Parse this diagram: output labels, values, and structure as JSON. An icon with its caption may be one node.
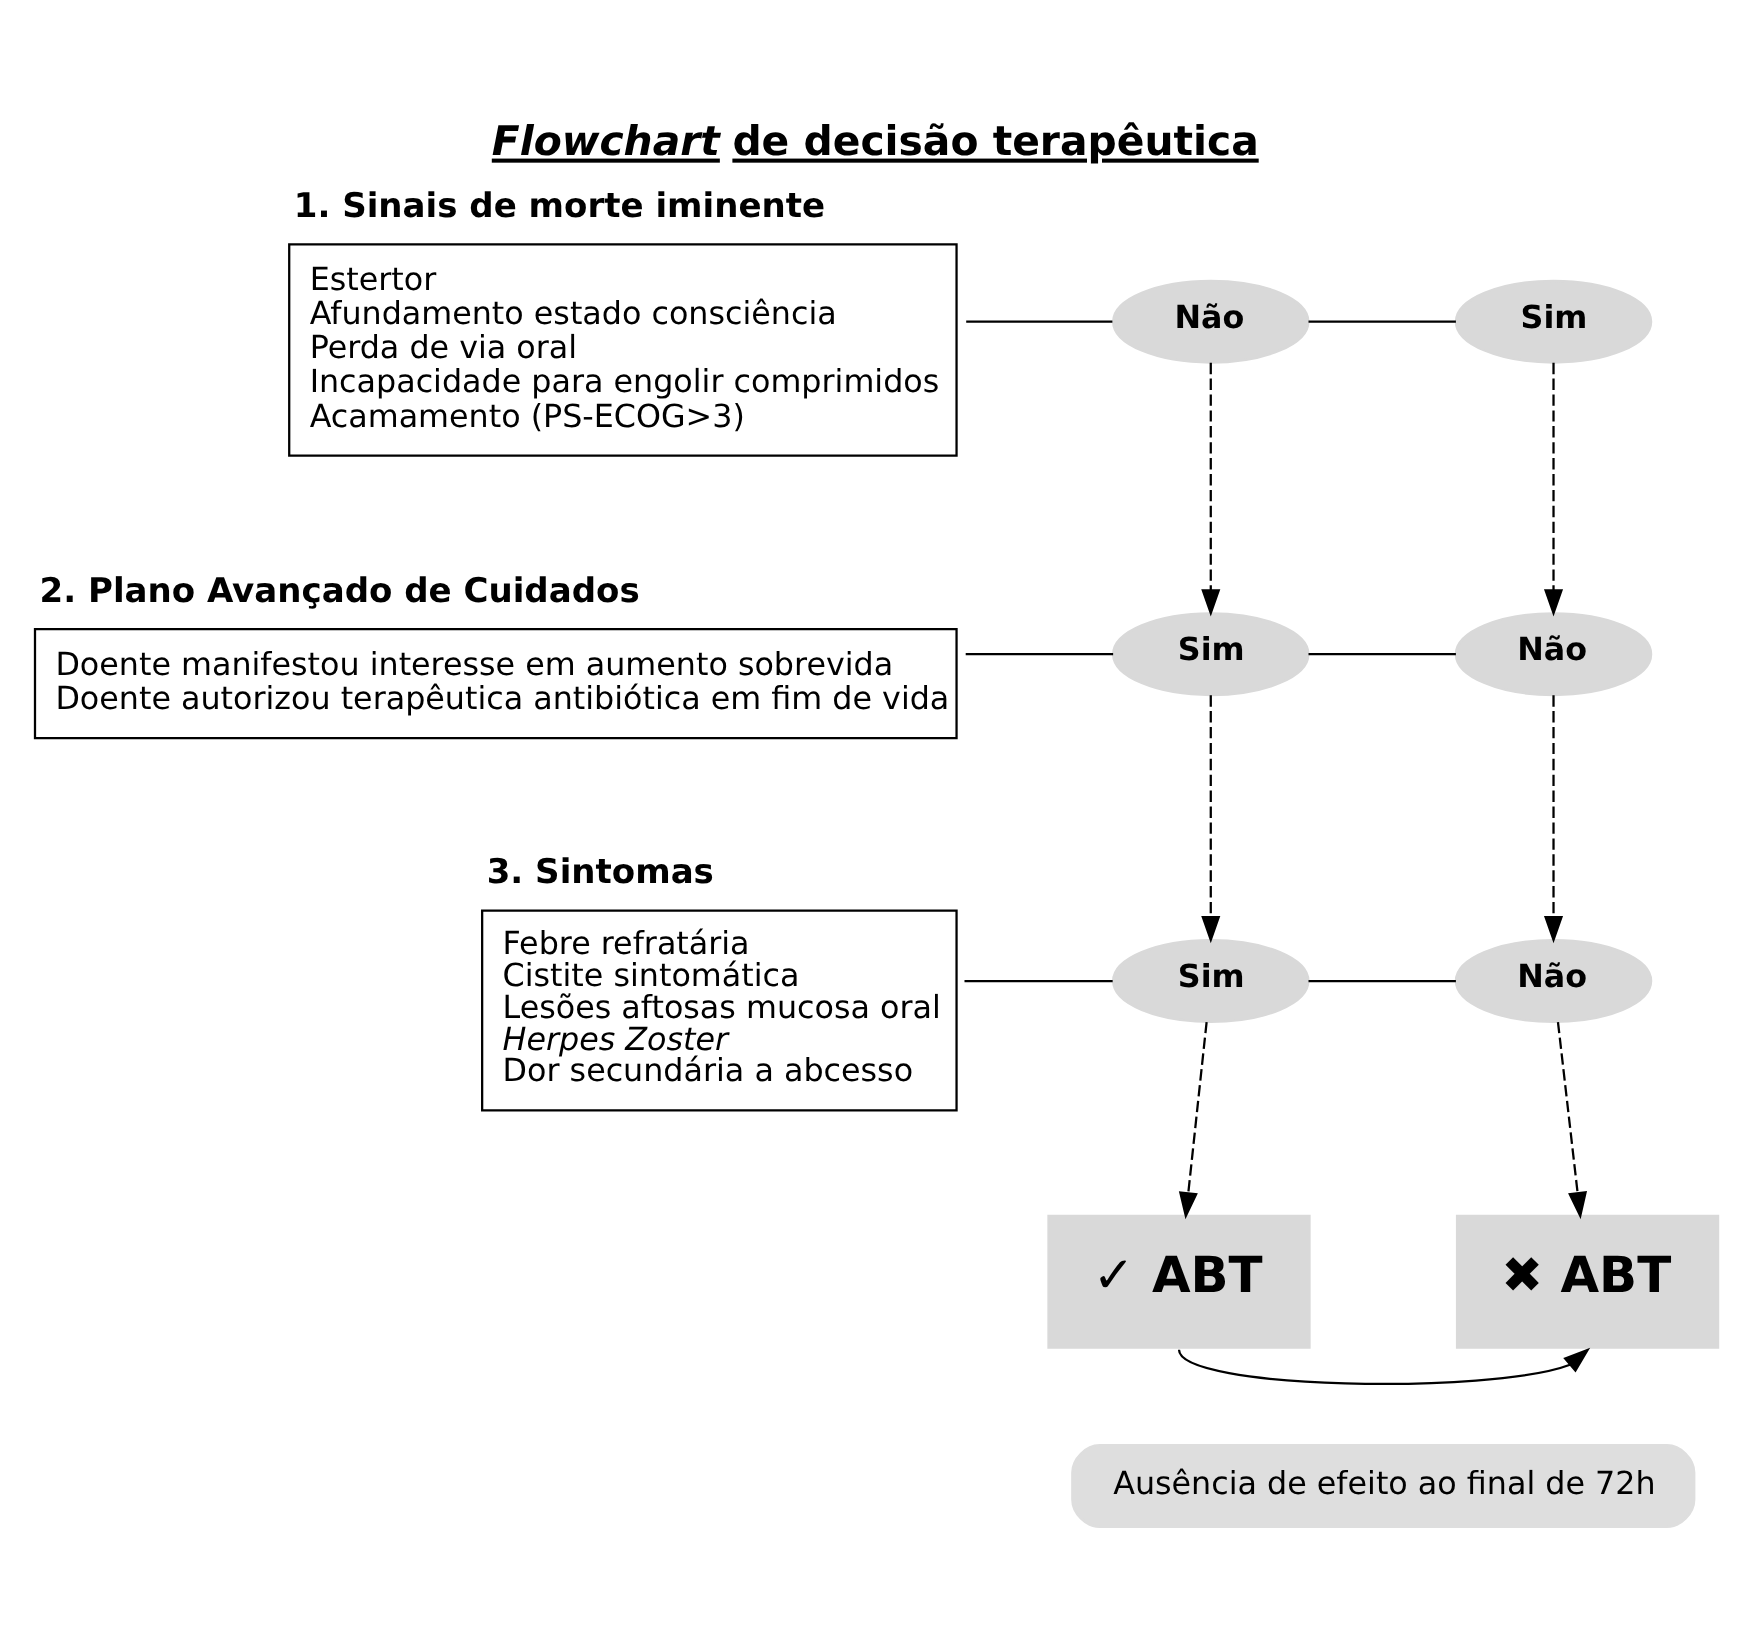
{
  "diagram": {
    "title": "*Flowchart* de decisão terapêutica",
    "nodes": [
      {
        "text": [
          "1. Sinais de morte iminente",
          "Estertor",
          "Afundamento estado consciência",
          "Perda de via oral",
          "Incapacidade para engolir comprimidos",
          "Acamamento (PS-ECOG>3)"
        ]
      },
      {
        "text": [
          "Não"
        ]
      },
      {
        "text": [
          "Sim"
        ]
      },
      {
        "text": [
          "2. Plano Avançado de Cuidados",
          "Doente manifestou interesse em aumento sobrevida",
          "Doente autorizou terapêutica antibiótica em fim de vida"
        ]
      },
      {
        "text": [
          "Sim"
        ]
      },
      {
        "text": [
          "Não"
        ]
      },
      {
        "text": [
          "3. Sintomas",
          "Febre refratária",
          "Cistite sintomática",
          "Lesões aftosas mucosa oral",
          "*Herpes Zoster*",
          "Dor secundária a abcesso"
        ]
      },
      {
        "text": [
          "Sim"
        ]
      },
      {
        "text": [
          "Não"
        ]
      },
      {
        "text": [
          "✓ ABT"
        ]
      },
      {
        "text": [
          "✖ ABT"
        ]
      },
      {
        "text": [
          "Ausência de efeito ao final de 72h"
        ]
      }
    ],
    "edges": [
      {
        "from": 0,
        "to": 1,
        "arrow": "none"
      },
      {
        "from": 1,
        "to": 2,
        "arrow": "none"
      },
      {
        "from": 1,
        "to": 4,
        "arrow": "to",
        "style": "dashed"
      },
      {
        "from": 2,
        "to": 5,
        "arrow": "to",
        "style": "dashed"
      },
      {
        "from": 3,
        "to": 4,
        "arrow": "none"
      },
      {
        "from": 4,
        "to": 5,
        "arrow": "none"
      },
      {
        "from": 4,
        "to": 7,
        "arrow": "to",
        "style": "dashed"
      },
      {
        "from": 5,
        "to": 8,
        "arrow": "to",
        "style": "dashed"
      },
      {
        "from": 6,
        "to": 7,
        "arrow": "none"
      },
      {
        "from": 7,
        "to": 8,
        "arrow": "none"
      },
      {
        "from": 7,
        "to": 9,
        "arrow": "to",
        "style": "dashed"
      },
      {
        "from": 8,
        "to": 10,
        "arrow": "to",
        "style": "dashed"
      },
      {
        "from": 9,
        "to": 10,
        "arrow": "to"
      }
    ]
  }
}
